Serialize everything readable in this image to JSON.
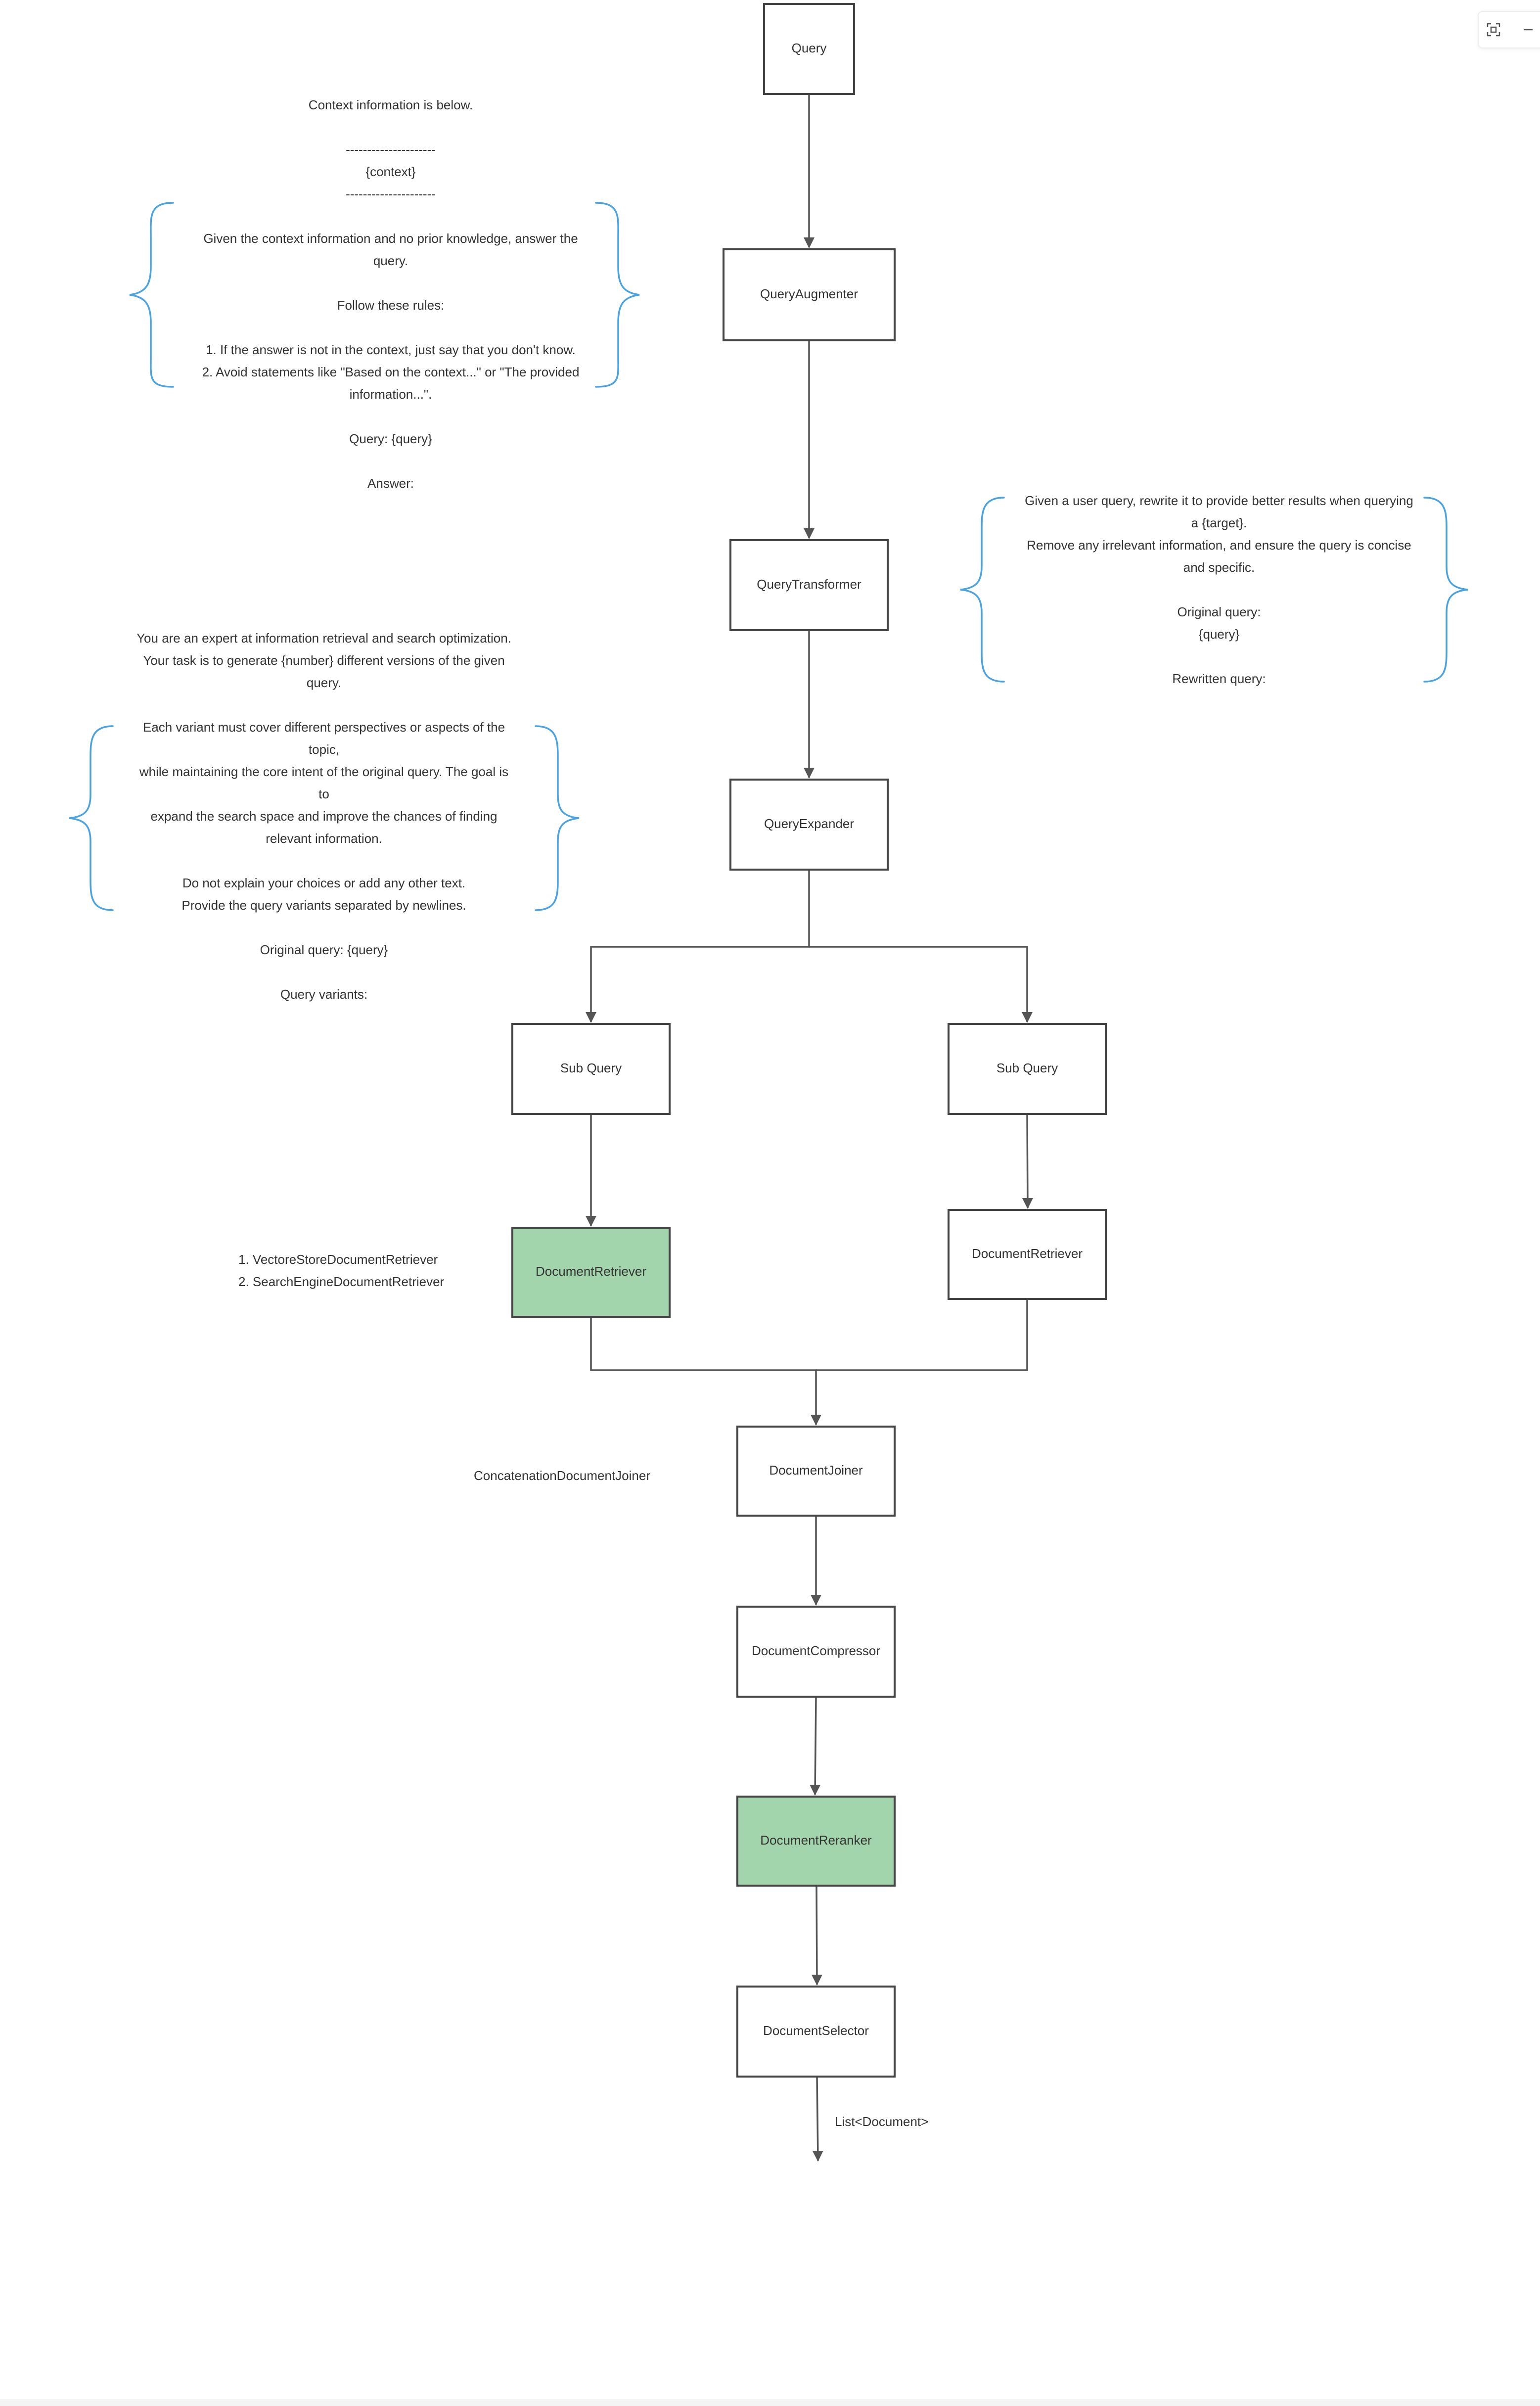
{
  "nodes": {
    "query": "Query",
    "query_augmenter": "QueryAugmenter",
    "query_transformer": "QueryTransformer",
    "query_expander": "QueryExpander",
    "sub_query_left": "Sub Query",
    "sub_query_right": "Sub Query",
    "document_retriever_left": "DocumentRetriever",
    "document_retriever_right": "DocumentRetriever",
    "document_joiner": "DocumentJoiner",
    "document_compressor": "DocumentCompressor",
    "document_reranker": "DocumentReranker",
    "document_selector": "DocumentSelector"
  },
  "edge_labels": {
    "output": "List<Document>"
  },
  "notes": {
    "augmenter_prompt": "Context information is below.\n\n---------------------\n{context}\n---------------------\n\nGiven the context information and no prior knowledge, answer the\nquery.\n\nFollow these rules:\n\n1. If the answer is not in the context, just say that you don't know.\n2. Avoid statements like \"Based on the context...\" or \"The provided\ninformation...\".\n\nQuery: {query}\n\nAnswer:",
    "transformer_prompt": "Given a user query, rewrite it to provide better results when querying\na {target}.\nRemove any irrelevant information, and ensure the query is concise\nand specific.\n\nOriginal query:\n{query}\n\nRewritten query:",
    "expander_prompt": "You are an expert at information retrieval and search optimization.\nYour task is to generate {number} different versions of the given\nquery.\n\nEach variant must cover different perspectives or aspects of the\ntopic,\nwhile maintaining the core intent of the original query. The goal is\nto\nexpand the search space and improve the chances of finding\nrelevant information.\n\nDo not explain your choices or add any other text.\nProvide the query variants separated by newlines.\n\nOriginal query: {query}\n\nQuery variants:",
    "retriever_list": "1. VectoreStoreDocumentRetriever\n2. SearchEngineDocumentRetriever",
    "joiner_impl": "ConcatenationDocumentJoiner"
  },
  "colors": {
    "highlight_fill": "#a2d5ab",
    "brace_stroke": "#4aa3e0",
    "node_stroke": "#444444"
  },
  "toolbar_icons": [
    "fit-view-icon",
    "zoom-out-icon"
  ]
}
